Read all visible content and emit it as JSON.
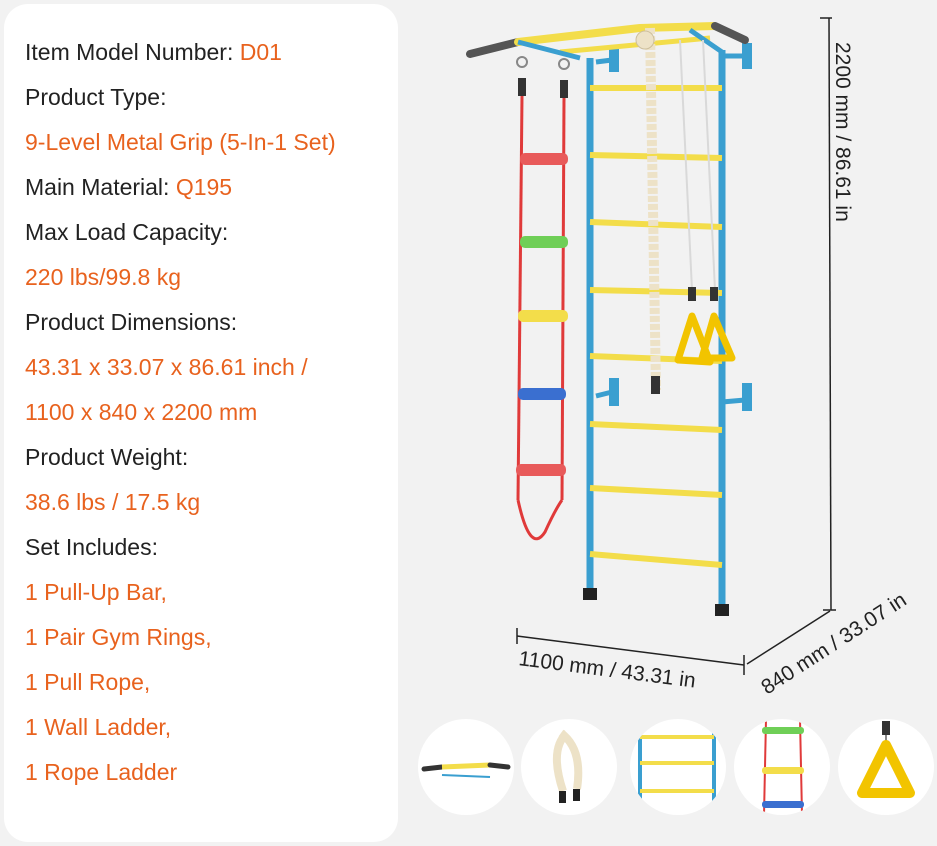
{
  "specs": {
    "model_label": "Item Model Number: ",
    "model_value": "D01",
    "type_label": "Product Type:",
    "type_value": "9-Level Metal Grip (5-In-1 Set)",
    "material_label": "Main Material: ",
    "material_value": "Q195",
    "load_label": "Max Load Capacity:",
    "load_value": "220 lbs/99.8 kg",
    "dimensions_label": "Product Dimensions:",
    "dimensions_value_inch": "43.31 x 33.07 x 86.61 inch /",
    "dimensions_value_mm": "1100 x 840 x 2200 mm",
    "weight_label": "Product Weight:",
    "weight_value": "38.6 lbs / 17.5 kg",
    "includes_label": "Set Includes:",
    "includes": [
      "1 Pull-Up Bar,",
      "1 Pair Gym Rings,",
      "1 Pull Rope,",
      "1 Wall Ladder,",
      "1 Rope Ladder"
    ]
  },
  "dimensions": {
    "height": "2200 mm / 86.61 in",
    "width": "1100 mm / 43.31 in",
    "depth": "840 mm / 33.07 in"
  },
  "thumbnails": [
    "pull-up-bar",
    "pull-rope",
    "wall-ladder",
    "rope-ladder",
    "gym-ring"
  ],
  "colors": {
    "accent": "#e8621e",
    "frame_blue": "#3a9fd0",
    "rung_yellow": "#f3dd4a",
    "rope_red": "#e03a3a"
  }
}
